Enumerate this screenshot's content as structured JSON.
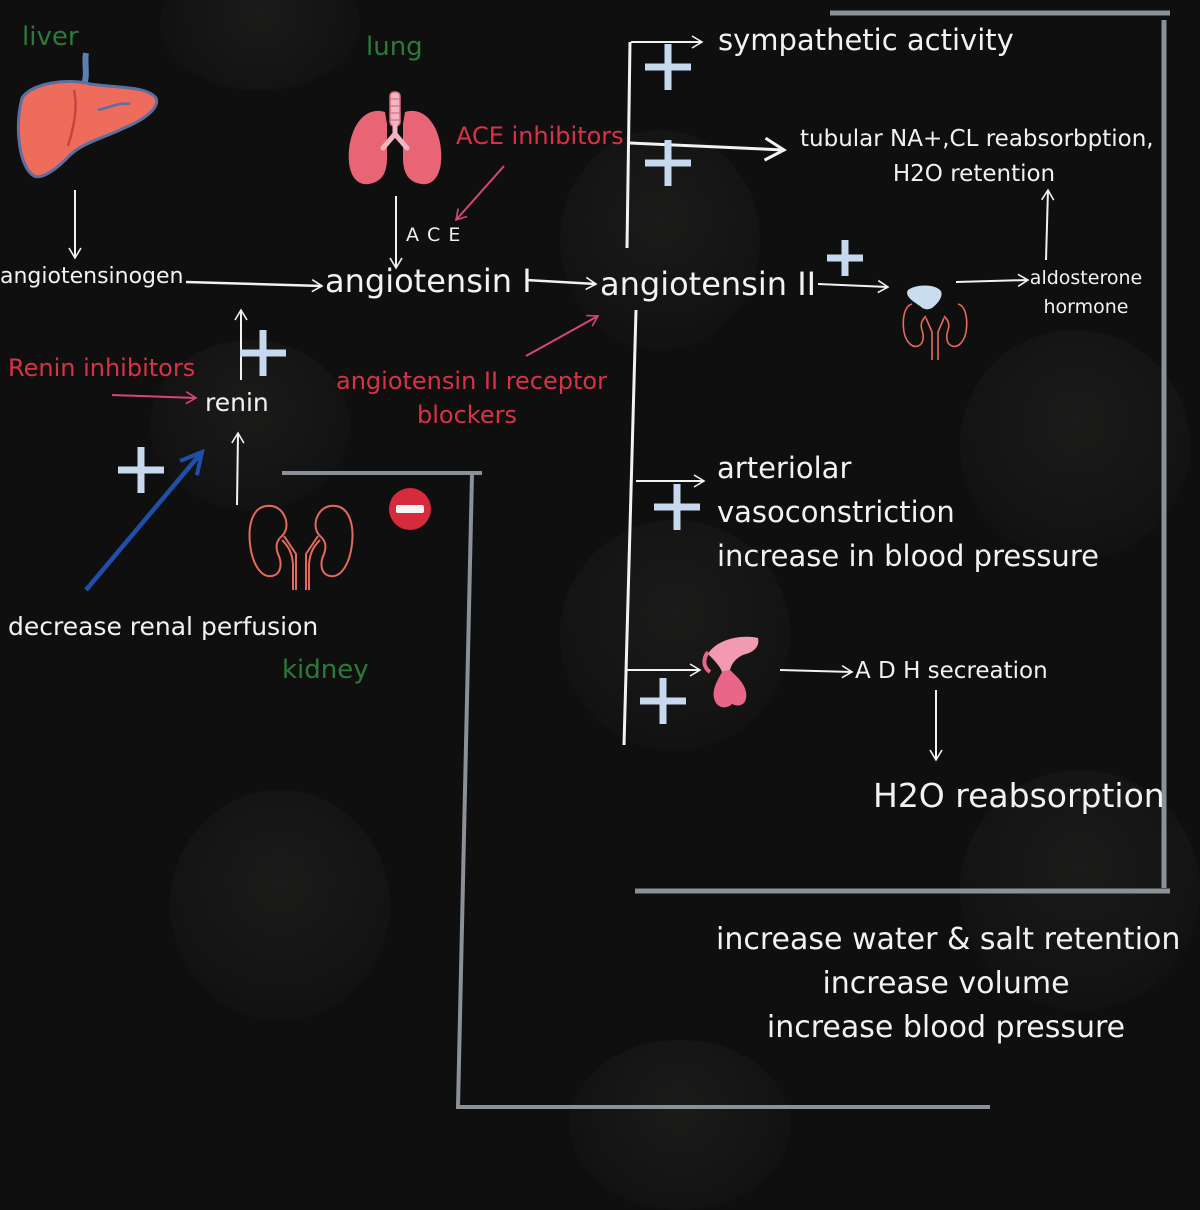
{
  "organs": {
    "liver": "liver",
    "lung": "lung",
    "kidney": "kidney"
  },
  "nodes": {
    "angiotensinogen": "angiotensinogen",
    "angiotensin1": "angiotensin I",
    "angiotensin2": "angiotensin II",
    "ace": "A C E",
    "renin": "renin",
    "decrease_perfusion": "decrease renal perfusion",
    "sympathetic": "sympathetic activity",
    "tubular_line1": "tubular NA+,CL reabsorbption,",
    "tubular_line2": "H2O retention",
    "aldosterone_line1": "aldosterone",
    "aldosterone_line2": "hormone",
    "arteriolar_line1": "arteriolar",
    "arteriolar_line2": "vasoconstriction",
    "arteriolar_line3": "increase in blood pressure",
    "adh": "A D H secreation",
    "h2o_reabsorption": "H2O reabsorption"
  },
  "inhibitors": {
    "ace_inhibitors": "ACE inhibitors",
    "renin_inhibitors": "Renin inhibitors",
    "arb_line1": "angiotensin II receptor",
    "arb_line2": "blockers"
  },
  "summary": {
    "line1": "increase water & salt retention",
    "line2": "increase volume",
    "line3": "increase blood pressure"
  },
  "signs": {
    "plus": "+",
    "minus": "−"
  },
  "colors": {
    "background": "#0f0f10",
    "text": "#f2f2f2",
    "organ_label": "#2c7a3a",
    "inhibitor": "#d93246",
    "inhibitor_arrow": "#d8457a",
    "plus_sign": "#c7d9ee",
    "perfusion_arrow": "#1f4fa8",
    "bracket": "#8a9199",
    "minus_badge": "#d62b3d"
  },
  "icons": [
    "liver-icon",
    "lungs-icon",
    "kidney-icon",
    "adrenal-gland-icon",
    "pituitary-gland-icon"
  ]
}
